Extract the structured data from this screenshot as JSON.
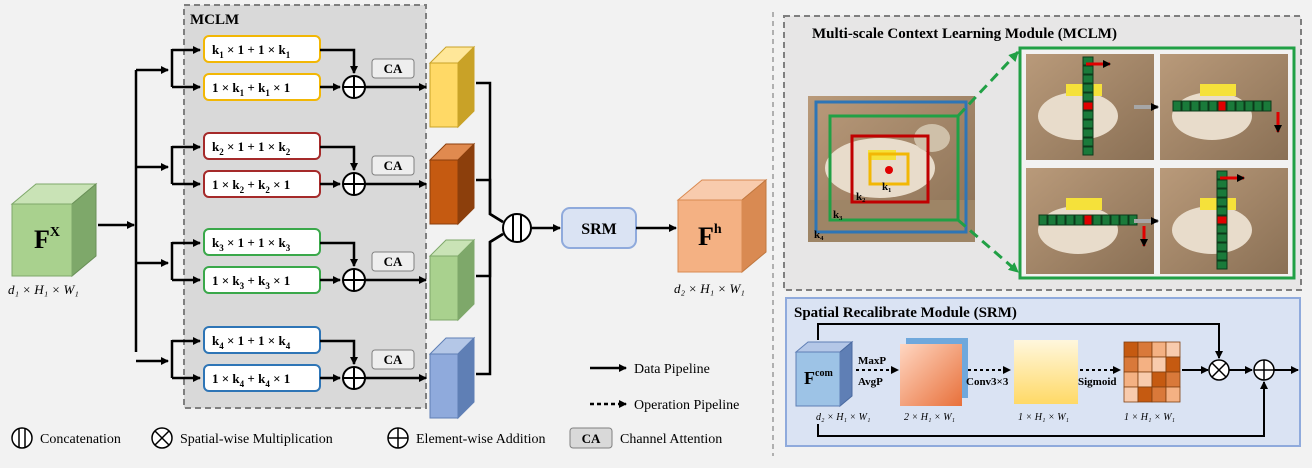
{
  "mclm": {
    "label": "MCLM",
    "branches": [
      {
        "top": {
          "k": "k",
          "sub": "1",
          "a": " × 1 + 1 × ",
          "b": "k",
          "bsub": "1"
        },
        "bottom": {
          "a": "1 × ",
          "k": "k",
          "sub": "1",
          "m": " + ",
          "k2": "k",
          "sub2": "1",
          "e": " × 1"
        },
        "color": "#f2b705",
        "cube_front": "#ffd966",
        "cube_side": "#c9a227",
        "cube_top": "#ffe799"
      },
      {
        "top": {
          "k": "k",
          "sub": "2",
          "a": " × 1 + 1 × ",
          "b": "k",
          "bsub": "2"
        },
        "bottom": {
          "a": "1 × ",
          "k": "k",
          "sub": "2",
          "m": " + ",
          "k2": "k",
          "sub2": "2",
          "e": " × 1"
        },
        "color": "#a52a2a",
        "cube_front": "#c55a11",
        "cube_side": "#8c3f0c",
        "cube_top": "#e08a4f"
      },
      {
        "top": {
          "k": "k",
          "sub": "3",
          "a": " × 1 + 1 × ",
          "b": "k",
          "bsub": "3"
        },
        "bottom": {
          "a": "1 × ",
          "k": "k",
          "sub": "3",
          "m": " + ",
          "k2": "k",
          "sub2": "3",
          "e": " × 1"
        },
        "color": "#3aa84a",
        "cube_front": "#a9d18e",
        "cube_side": "#7ea86a",
        "cube_top": "#c9e3b6"
      },
      {
        "top": {
          "k": "k",
          "sub": "4",
          "a": " × 1 + 1 × ",
          "b": "k",
          "bsub": "4"
        },
        "bottom": {
          "a": "1 × ",
          "k": "k",
          "sub": "4",
          "m": " + ",
          "k2": "k",
          "sub2": "4",
          "e": " × 1"
        },
        "color": "#2e75b6",
        "cube_front": "#8faadc",
        "cube_side": "#5f7fb5",
        "cube_top": "#b4c7e7"
      }
    ],
    "ca_label": "CA"
  },
  "input": {
    "label": "F",
    "sup": "X",
    "dims": "d₁ × H₁ × W₁"
  },
  "srm_box": "SRM",
  "output": {
    "label": "F",
    "sup": "h",
    "dims": "d₂ × H₁ × W₁"
  },
  "legend": {
    "data_pipeline": "Data Pipeline",
    "operation_pipeline": "Operation Pipeline",
    "concatenation": "Concatenation",
    "spatial_mult": "Spatial-wise Multiplication",
    "element_add": "Element-wise Addition",
    "ca_key": "CA",
    "channel_attention": "Channel Attention"
  },
  "mclm_panel": {
    "title": "Multi-scale Context Learning Module  (MCLM)",
    "scale_labels": [
      "k₁",
      "k₂",
      "k₃",
      "k₄"
    ]
  },
  "srm_panel": {
    "title": "Spatial Recalibrate Module (SRM)",
    "fcom": {
      "label": "F",
      "sup": "com",
      "dims": "d₂ × H₁ × W₁"
    },
    "maxp": "MaxP",
    "avgp": "AvgP",
    "map1_dims": "2 × H₁ × W₁",
    "conv": "Conv3×3",
    "map2_dims": "1 × H₁ × W₁",
    "sigmoid": "Sigmoid",
    "map3_dims": "1 × H₁ × W₁"
  },
  "colors": {
    "green_cube_front": "#a9d18e",
    "green_cube_side": "#7ea86a",
    "green_cube_top": "#c9e3b6",
    "out_cube_front": "#f4b183",
    "out_cube_side": "#d98a52",
    "out_cube_top": "#f8cbad",
    "srm_box_fill": "#dae3f3",
    "srm_box_stroke": "#8faadc"
  }
}
